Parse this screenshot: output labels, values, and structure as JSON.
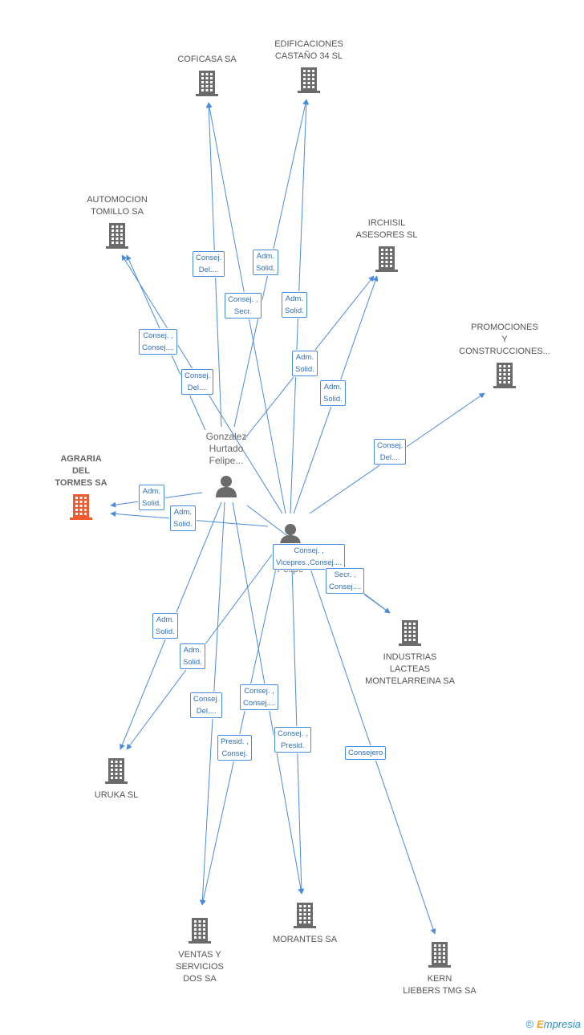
{
  "colors": {
    "edge": "#4a8bdc",
    "building": "#6b6b6b",
    "focus_building": "#f05a30",
    "person": "#6b6b6b"
  },
  "companies": [
    {
      "id": "coficasa",
      "label": "COFICASA SA",
      "icon": "building-icon"
    },
    {
      "id": "edificaciones",
      "label": "EDIFICACIONES\nCASTAÑO 34 SL",
      "icon": "building-icon"
    },
    {
      "id": "automocion",
      "label": "AUTOMOCION\nTOMILLO SA",
      "icon": "building-icon"
    },
    {
      "id": "irchisil",
      "label": "IRCHISIL\nASESORES SL",
      "icon": "building-icon"
    },
    {
      "id": "promociones",
      "label": "PROMOCIONES\nY\nCONSTRUCCIONES...",
      "icon": "building-icon"
    },
    {
      "id": "agraria",
      "label": "AGRARIA\nDEL\nTORMES SA",
      "icon": "building-icon",
      "focus": true
    },
    {
      "id": "industrias",
      "label": "INDUSTRIAS\nLACTEAS\nMONTELARREINA SA",
      "icon": "building-icon"
    },
    {
      "id": "uruka",
      "label": "URUKA SL",
      "icon": "building-icon"
    },
    {
      "id": "ventas",
      "label": "VENTAS Y\nSERVICIOS\nDOS SA",
      "icon": "building-icon"
    },
    {
      "id": "morantes",
      "label": "MORANTES SA",
      "icon": "building-icon"
    },
    {
      "id": "kern",
      "label": "KERN\nLIEBERS TMG SA",
      "icon": "building-icon"
    }
  ],
  "people": [
    {
      "id": "p1",
      "label": "Gonzalez\nHurtado\nFelipe...",
      "icon": "person-icon"
    },
    {
      "id": "p2",
      "label": "G…\nFelipe",
      "icon": "person-icon"
    }
  ],
  "edge_labels": [
    "Consej.\nDel....",
    "Adm.\nSolid.",
    "Consej. ,\nSecr.",
    "Adm.\nSolid.",
    "Consej. ,\nConsej....",
    "Consej.\nDel....",
    "Adm.\nSolid.",
    "Adm.\nSolid.",
    "Consej.\nDel....",
    "Adm.\nSolid.",
    "Adm.\nSolid.",
    "Consej. ,\nVicepres.,Consej....",
    "Secr. ,\nConsej....",
    "Adm.\nSolid.",
    "Adm.\nSolid.",
    "Consej.\nDel....",
    "Consej. ,\nConsej....",
    "Presid. ,\nConsej.",
    "Consej. ,\nPresid.",
    "Consejero"
  ],
  "footer": {
    "copyright": "©",
    "brand_first": "E",
    "brand_rest": "mpresia"
  }
}
